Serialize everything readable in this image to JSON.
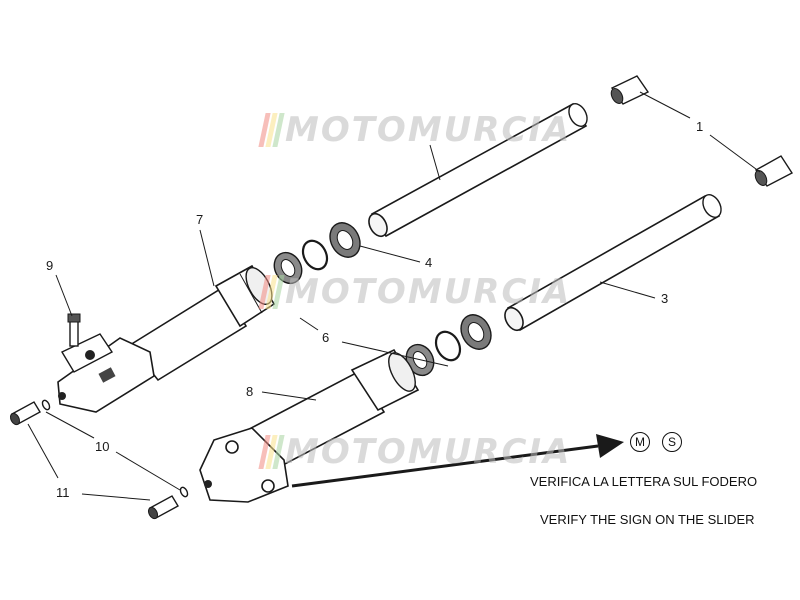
{
  "callouts": {
    "c1": "1",
    "c3": "3",
    "c4": "4",
    "c6": "6",
    "c7": "7",
    "c8": "8",
    "c9": "9",
    "c10": "10",
    "c11": "11"
  },
  "notes": {
    "italian": "VERIFICA LA LETTERA SUL FODERO",
    "english": "VERIFY THE SIGN ON THE SLIDER"
  },
  "badges": {
    "m": "M",
    "s": "S"
  },
  "watermark": {
    "text": "MOTOMURCIA",
    "colors": [
      "#f28b82",
      "#fbe38c",
      "#a8d5a2"
    ]
  },
  "colors": {
    "line": "#1a1a1a",
    "shade": "#4a4a4a"
  }
}
